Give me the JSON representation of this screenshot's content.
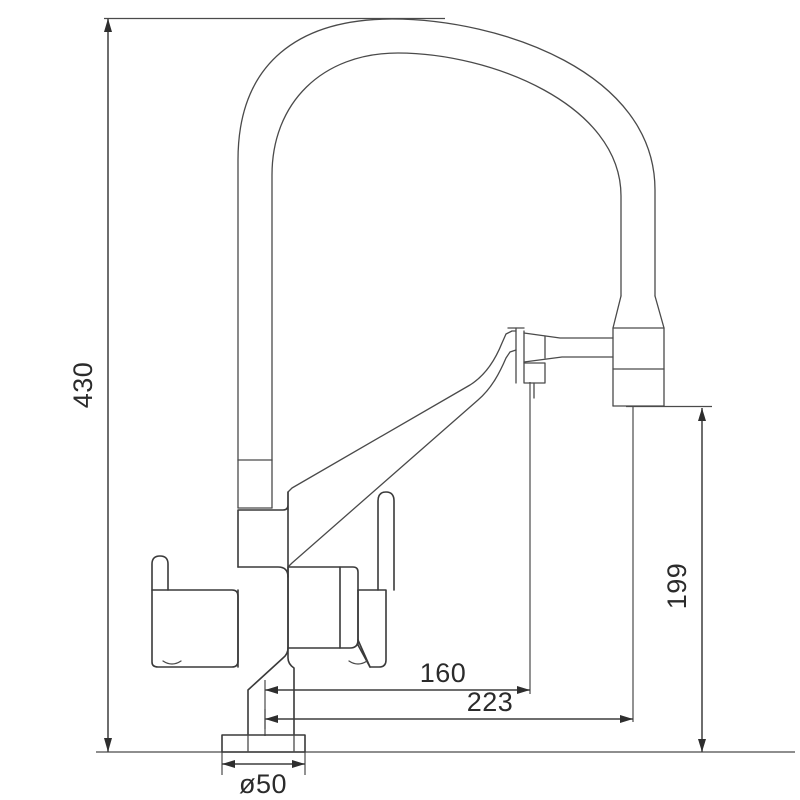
{
  "drawing": {
    "type": "technical-dimension-drawing",
    "subject": "kitchen-mixer-faucet-with-gooseneck-and-swivel-spout",
    "view": "front-elevation",
    "units": "mm",
    "background_color": "#ffffff",
    "line_color": "#3a3a3a",
    "text_color": "#2b2b2b"
  },
  "dimensions": {
    "overall_height": {
      "value": "430",
      "label": "430",
      "orientation": "vertical",
      "placement": "left",
      "text_rotation_deg": -90
    },
    "spout_reach_inner": {
      "value": "160",
      "label": "160",
      "orientation": "horizontal",
      "placement": "bottom"
    },
    "spout_reach_outer": {
      "value": "223",
      "label": "223",
      "orientation": "horizontal",
      "placement": "bottom"
    },
    "outlet_height": {
      "value": "199",
      "label": "199",
      "orientation": "vertical",
      "placement": "right",
      "text_rotation_deg": -90
    },
    "base_diameter": {
      "value": "50",
      "label": "ø50",
      "symbol": "ø",
      "orientation": "horizontal",
      "placement": "bottom-center"
    }
  },
  "parts": [
    {
      "name": "gooseneck-hose-arch",
      "description": "tall flexible inverted-U gooseneck tube"
    },
    {
      "name": "left-riser-collar",
      "description": "collar sleeve on left riser"
    },
    {
      "name": "right-outlet-collar",
      "description": "tapered collar at right outlet"
    },
    {
      "name": "swivel-spout-arm",
      "description": "angled swivel spout arm"
    },
    {
      "name": "spout-nozzle",
      "description": "small square outlet nozzle under collar"
    },
    {
      "name": "mixer-body",
      "description": "central cross-shaped valve body"
    },
    {
      "name": "left-handle",
      "description": "left lever handle block"
    },
    {
      "name": "right-handle",
      "description": "right lever handle block"
    },
    {
      "name": "base-flange",
      "description": "round mounting base escutcheon"
    }
  ]
}
